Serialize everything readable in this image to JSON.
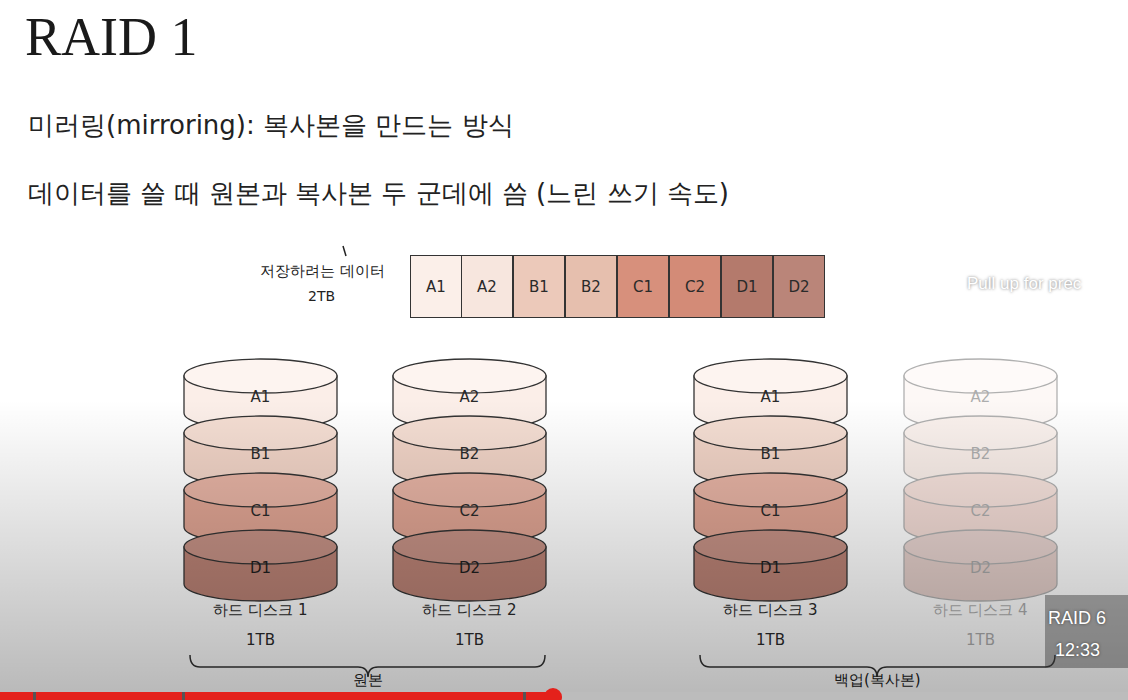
{
  "diagram": {
    "title": "RAID 1",
    "nodes": [
      {
        "text": [
          "A1"
        ]
      },
      {
        "text": [
          "A2"
        ]
      },
      {
        "text": [
          "B1"
        ]
      },
      {
        "text": [
          "B2"
        ]
      },
      {
        "text": [
          "C1"
        ]
      },
      {
        "text": [
          "C2"
        ]
      },
      {
        "text": [
          "D1"
        ]
      },
      {
        "text": [
          "D2"
        ]
      },
      {
        "text": [
          "하드 디스크 1",
          "1TB"
        ]
      },
      {
        "text": [
          "A1"
        ],
        "in": 8
      },
      {
        "text": [
          "B1"
        ],
        "in": 8
      },
      {
        "text": [
          "C1"
        ],
        "in": 8
      },
      {
        "text": [
          "D1"
        ],
        "in": 8
      },
      {
        "text": [
          "하드 디스크 2",
          "1TB"
        ]
      },
      {
        "text": [
          "A2"
        ],
        "in": 13
      },
      {
        "text": [
          "B2"
        ],
        "in": 13
      },
      {
        "text": [
          "C2"
        ],
        "in": 13
      },
      {
        "text": [
          "D2"
        ],
        "in": 13
      },
      {
        "text": [
          "하드 디스크 3",
          "1TB"
        ]
      },
      {
        "text": [
          "A1"
        ],
        "in": 18
      },
      {
        "text": [
          "B1"
        ],
        "in": 18
      },
      {
        "text": [
          "C1"
        ],
        "in": 18
      },
      {
        "text": [
          "D1"
        ],
        "in": 18
      },
      {
        "text": [
          "하드 디스크 4",
          "1TB"
        ]
      },
      {
        "text": [
          "A2"
        ],
        "in": 23
      },
      {
        "text": [
          "B2"
        ],
        "in": 23
      },
      {
        "text": [
          "C2"
        ],
        "in": 23
      },
      {
        "text": [
          "D2"
        ],
        "in": 23
      }
    ],
    "labels": [
      "미러링(mirroring): 복사본을 만드는 방식",
      "데이터를 쓸 때 원본과 복사본 두 군데에 씀 (느린 쓰기 속도)",
      "저장하려는 데이터",
      "2TB",
      "원본",
      "백업(복사본)",
      "Pull up for prec",
      "RAID 6",
      "12:33"
    ]
  }
}
